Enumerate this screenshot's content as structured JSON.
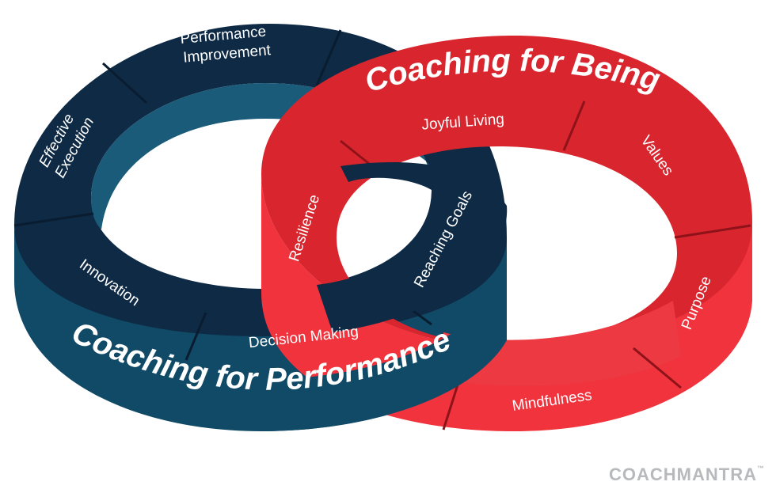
{
  "colors": {
    "performance_top": "#0e2a45",
    "performance_side": "#104a66",
    "performance_inner": "#1a5b79",
    "being_top": "#d9262e",
    "being_side": "#f0333c",
    "being_inner": "#ec3942",
    "divider": "#0a1d30",
    "brand_gray": "#b7b9bc"
  },
  "performance": {
    "title": "Coaching for Performance",
    "segments": [
      {
        "line1": "Performance",
        "line2": "Improvement"
      },
      {
        "line1": "Effective",
        "line2": "Execution"
      },
      {
        "line1": "Innovation"
      },
      {
        "line1": "Decision Making"
      },
      {
        "line1": "Reaching Goals"
      }
    ]
  },
  "being": {
    "title": "Coaching for Being",
    "segments": [
      {
        "line1": "Joyful Living"
      },
      {
        "line1": "Values"
      },
      {
        "line1": "Resilience"
      },
      {
        "line1": "Purpose"
      },
      {
        "line1": "Mindfulness"
      }
    ]
  },
  "brand": {
    "name": "COACHMANTRA",
    "trademark": "™"
  }
}
